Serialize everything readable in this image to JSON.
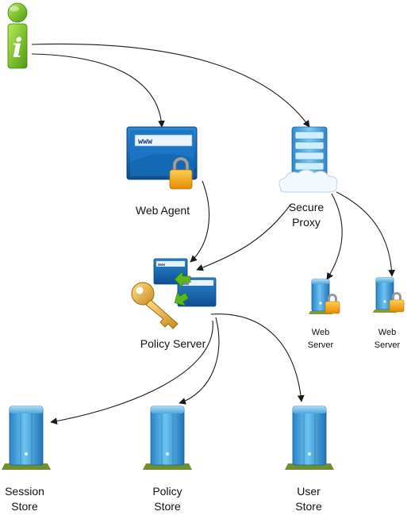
{
  "nodes": {
    "user": {
      "icon": "info-person-icon"
    },
    "web_agent": {
      "label": "Web Agent",
      "icon": "browser-lock-icon"
    },
    "secure_proxy": {
      "label_line1": "Secure",
      "label_line2": "Proxy",
      "icon": "server-cloud-icon"
    },
    "policy_server": {
      "label": "Policy Server",
      "icon": "key-monitors-icon"
    },
    "web_server_1": {
      "label_line1": "Web",
      "label_line2": "Server",
      "icon": "server-lock-icon"
    },
    "web_server_2": {
      "label_line1": "Web",
      "label_line2": "Server",
      "icon": "server-lock-icon"
    },
    "session_store": {
      "label_line1": "Session",
      "label_line2": "Store",
      "icon": "server-tower-icon"
    },
    "policy_store": {
      "label_line1": "Policy",
      "label_line2": "Store",
      "icon": "server-tower-icon"
    },
    "user_store": {
      "label_line1": "User",
      "label_line2": "Store",
      "icon": "server-tower-icon"
    }
  },
  "browser_text": "www",
  "edges": [
    {
      "from": "user",
      "to": "web_agent"
    },
    {
      "from": "user",
      "to": "secure_proxy"
    },
    {
      "from": "web_agent",
      "to": "policy_server"
    },
    {
      "from": "secure_proxy",
      "to": "policy_server"
    },
    {
      "from": "secure_proxy",
      "to": "web_server_1"
    },
    {
      "from": "secure_proxy",
      "to": "web_server_2"
    },
    {
      "from": "policy_server",
      "to": "session_store"
    },
    {
      "from": "policy_server",
      "to": "policy_store"
    },
    {
      "from": "policy_server",
      "to": "user_store"
    }
  ],
  "colors": {
    "accent_green": "#7cc225",
    "server_blue": "#3f9fd9",
    "monitor_blue": "#1f6fb8",
    "lock_gold": "#f2a20f",
    "key_gold": "#e9b23a"
  }
}
